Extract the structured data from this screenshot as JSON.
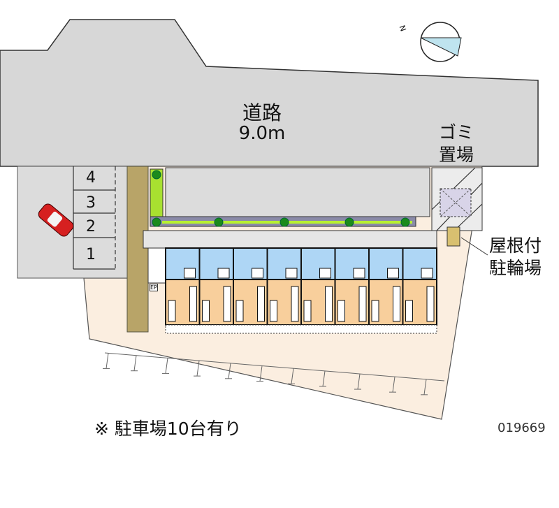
{
  "road": {
    "name": "道路",
    "width": "9.0m"
  },
  "garbage": {
    "line1": "ゴミ",
    "line2": "置場"
  },
  "bike": {
    "line1": "屋根付",
    "line2": "駐輪場"
  },
  "parking_numbers": [
    "4",
    "3",
    "2",
    "1"
  ],
  "note": "※ 駐車場10台有り",
  "property_id": "019669",
  "compass": {
    "label": "N"
  },
  "ep_label": "EP",
  "units": 8,
  "colors": {
    "road": "#d7d7d7",
    "lot": "#fbeee0",
    "unit_top": "#aed6f5",
    "unit_bottom": "#f8cf9c",
    "wall": "#b8a468",
    "car": "#d62020"
  }
}
